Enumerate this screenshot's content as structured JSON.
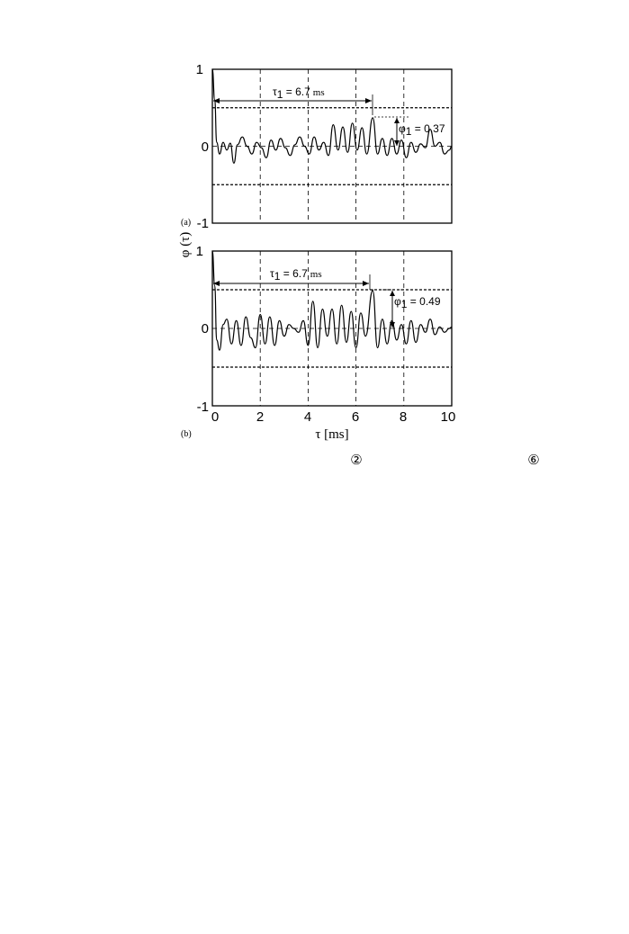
{
  "chart_data": [
    {
      "type": "line",
      "panel_label": "(a)",
      "xlim": [
        0,
        10
      ],
      "ylim": [
        -1,
        1
      ],
      "x_ticks": [
        0,
        2,
        4,
        6,
        8,
        10
      ],
      "y_ticks": [
        -1,
        0,
        1
      ],
      "y_tick_labels": {
        "top": "1",
        "mid": "0",
        "bottom": "-1"
      },
      "grid": true,
      "dashed_reference_levels": [
        0.5,
        -0.5
      ],
      "annotation": {
        "tau_prefix": "τ",
        "tau_sub": "1",
        "tau_value": " = 6.7",
        "tau_unit": "ms",
        "tau1_ms": 6.7,
        "phi_symbol": "φ",
        "phi_sub": "1",
        "phi_value": " = 0.37",
        "phi1": 0.37
      },
      "series": [
        {
          "x": [
            0,
            0.1,
            0.18,
            0.3,
            0.45,
            0.6,
            0.75,
            0.9,
            1.05,
            1.25,
            1.45,
            1.65,
            1.85,
            2.05,
            2.25,
            2.45,
            2.65,
            2.85,
            3.05,
            3.25,
            3.45,
            3.65,
            3.85,
            4.05,
            4.25,
            4.45,
            4.65,
            4.85,
            5.05,
            5.25,
            5.45,
            5.65,
            5.85,
            6.05,
            6.25,
            6.45,
            6.7,
            6.9,
            7.1,
            7.3,
            7.5,
            7.7,
            7.9,
            8.1,
            8.3,
            8.5,
            8.7,
            8.9,
            9.1,
            9.3,
            9.5,
            9.7,
            9.9,
            10
          ],
          "y": [
            1.0,
            0.6,
            0.05,
            -0.1,
            0.05,
            -0.05,
            0.04,
            -0.22,
            0.02,
            0.12,
            0.0,
            -0.1,
            0.05,
            -0.02,
            -0.15,
            0.08,
            -0.05,
            0.1,
            -0.02,
            -0.12,
            0.02,
            0.12,
            0.0,
            -0.1,
            0.12,
            -0.05,
            0.05,
            -0.12,
            0.28,
            -0.05,
            0.25,
            -0.08,
            0.3,
            -0.05,
            0.24,
            -0.1,
            0.37,
            -0.1,
            0.1,
            -0.12,
            0.1,
            -0.1,
            0.08,
            -0.15,
            0.05,
            -0.08,
            0.03,
            -0.02,
            0.22,
            0.0,
            0.05,
            -0.1,
            -0.05,
            0.0
          ]
        }
      ]
    },
    {
      "type": "line",
      "panel_label": "(b)",
      "xlim": [
        0,
        10
      ],
      "ylim": [
        -1,
        1
      ],
      "x_ticks": [
        0,
        2,
        4,
        6,
        8,
        10
      ],
      "x_tick_labels": [
        "0",
        "2",
        "4",
        "6",
        "8",
        "10"
      ],
      "y_ticks": [
        -1,
        0,
        1
      ],
      "y_tick_labels": {
        "top": "1",
        "mid": "0",
        "bottom": "-1"
      },
      "grid": true,
      "dashed_reference_levels": [
        0.5,
        -0.5
      ],
      "xlabel": "τ [ms]",
      "ylabel": "φ (τ)",
      "annotation": {
        "tau_prefix": "τ",
        "tau_sub": "1",
        "tau_value": " = 6.7",
        "tau_unit": "ms",
        "tau1_ms": 6.7,
        "phi_symbol": "φ",
        "phi_sub": "1",
        "phi_value": " = 0.49",
        "phi1": 0.49
      },
      "series": [
        {
          "x": [
            0,
            0.1,
            0.18,
            0.3,
            0.45,
            0.6,
            0.8,
            1.0,
            1.2,
            1.4,
            1.6,
            1.8,
            2.0,
            2.2,
            2.4,
            2.6,
            2.8,
            3.0,
            3.2,
            3.4,
            3.6,
            3.8,
            4.0,
            4.2,
            4.4,
            4.6,
            4.8,
            5.0,
            5.2,
            5.4,
            5.6,
            5.8,
            6.0,
            6.2,
            6.4,
            6.7,
            6.9,
            7.1,
            7.3,
            7.5,
            7.7,
            7.9,
            8.1,
            8.3,
            8.5,
            8.7,
            8.9,
            9.1,
            9.3,
            9.5,
            9.7,
            9.9,
            10
          ],
          "y": [
            1.0,
            0.55,
            -0.15,
            -0.28,
            0.05,
            0.12,
            -0.2,
            0.1,
            -0.22,
            0.15,
            -0.12,
            -0.25,
            0.18,
            -0.2,
            0.15,
            -0.22,
            0.1,
            -0.1,
            0.05,
            0.0,
            -0.05,
            0.1,
            -0.22,
            0.35,
            -0.25,
            0.25,
            -0.1,
            0.25,
            -0.2,
            0.3,
            -0.18,
            0.22,
            -0.25,
            0.2,
            -0.1,
            0.49,
            -0.25,
            0.12,
            -0.2,
            0.1,
            -0.15,
            0.05,
            -0.2,
            0.1,
            -0.18,
            0.05,
            -0.05,
            0.12,
            -0.08,
            0.02,
            -0.05,
            0.0,
            0.02
          ]
        }
      ]
    }
  ],
  "footer_markers": [
    "②",
    "⑥"
  ]
}
